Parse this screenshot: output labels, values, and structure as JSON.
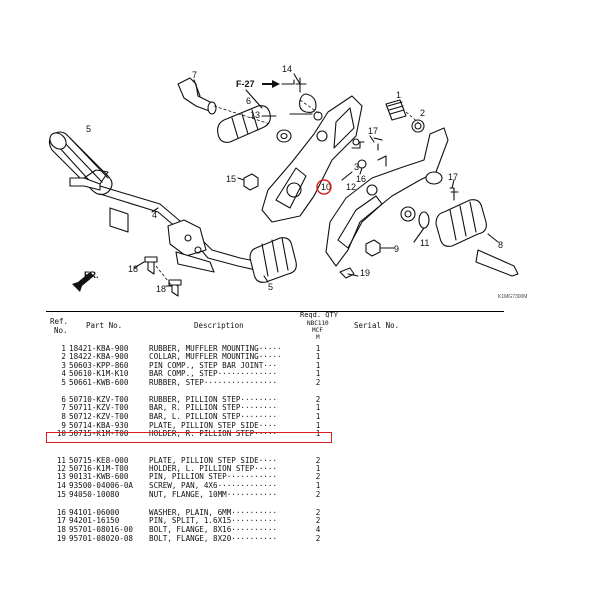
{
  "diagram": {
    "callouts": [
      "1",
      "2",
      "3",
      "4",
      "5",
      "6",
      "7",
      "8",
      "9",
      "10",
      "11",
      "12",
      "13",
      "14",
      "15",
      "16",
      "17",
      "18",
      "19"
    ],
    "section_ref": "F-27",
    "front_label": "FR.",
    "figure_code": "K1MG7300M"
  },
  "table": {
    "headers": {
      "ref_no_line1": "Ref.",
      "ref_no_line2": "No.",
      "part_no": "Part No.",
      "description": "Description",
      "qty_line1": "Reqd. QTY",
      "qty_line2": "NBC110",
      "qty_line3": "MCF",
      "qty_line4": "M",
      "serial_no": "Serial No."
    },
    "rows": [
      {
        "ref": "1",
        "part": "18421-KBA-900",
        "desc": "RUBBER, MUFFLER MOUNTING·····",
        "qty": "1"
      },
      {
        "ref": "2",
        "part": "18422-KBA-900",
        "desc": "COLLAR, MUFFLER MOUNTING·····",
        "qty": "1"
      },
      {
        "ref": "3",
        "part": "50603-KPP-860",
        "desc": "PIN COMP., STEP BAR JOINT···",
        "qty": "1"
      },
      {
        "ref": "4",
        "part": "50610-K1M-K10",
        "desc": "BAR COMP., STEP·············",
        "qty": "1"
      },
      {
        "ref": "5",
        "part": "50661-KWB-600",
        "desc": "RUBBER, STEP················",
        "qty": "2"
      },
      {
        "ref": "6",
        "part": "50710-KZV-T00",
        "desc": "RUBBER, PILLION STEP········",
        "qty": "2"
      },
      {
        "ref": "7",
        "part": "50711-KZV-T00",
        "desc": "BAR, R. PILLION STEP········",
        "qty": "1"
      },
      {
        "ref": "8",
        "part": "50712-KZV-T00",
        "desc": "BAR, L. PILLION STEP········",
        "qty": "1"
      },
      {
        "ref": "9",
        "part": "50714-KBA-930",
        "desc": "PLATE, PILLION STEP SIDE····",
        "qty": "1"
      },
      {
        "ref": "10",
        "part": "50715-K1M-T00",
        "desc": "HOLDER, R. PILLION STEP·····",
        "qty": "1"
      },
      {
        "ref": "11",
        "part": "50715-KE8-000",
        "desc": "PLATE, PILLION STEP SIDE····",
        "qty": "2"
      },
      {
        "ref": "12",
        "part": "50716-K1M-T00",
        "desc": "HOLDER, L. PILLION STEP·····",
        "qty": "1"
      },
      {
        "ref": "13",
        "part": "90131-KWB-600",
        "desc": "PIN, PILLION STEP···········",
        "qty": "2"
      },
      {
        "ref": "14",
        "part": "93500-04006-0A",
        "desc": "SCREW, PAN, 4X6·············",
        "qty": "1"
      },
      {
        "ref": "15",
        "part": "94050-10080",
        "desc": "NUT, FLANGE, 10MM···········",
        "qty": "2"
      },
      {
        "ref": "16",
        "part": "94101-06000",
        "desc": "WASHER, PLAIN, 6MM··········",
        "qty": "2"
      },
      {
        "ref": "17",
        "part": "94201-16150",
        "desc": "PIN, SPLIT, 1.6X15··········",
        "qty": "2"
      },
      {
        "ref": "18",
        "part": "95701-08016-00",
        "desc": "BOLT, FLANGE, 8X16··········",
        "qty": "4"
      },
      {
        "ref": "19",
        "part": "95701-08020-08",
        "desc": "BOLT, FLANGE, 8X20··········",
        "qty": "2"
      }
    ]
  },
  "highlight": {
    "row_ref": "10",
    "color": "#d81e1e"
  }
}
